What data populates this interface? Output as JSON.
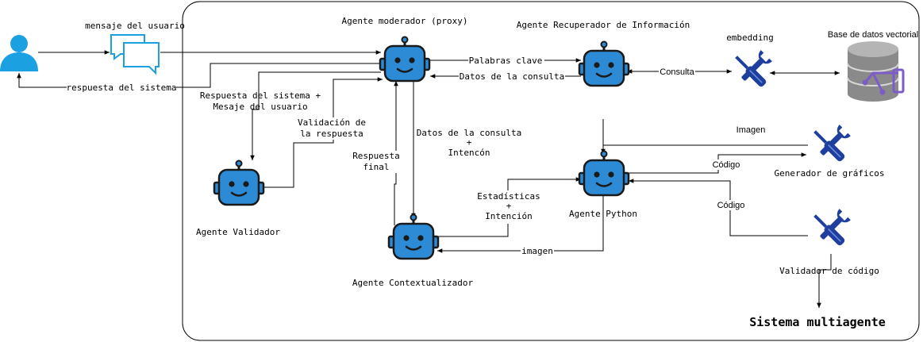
{
  "colors": {
    "robot": "#2d8bd5",
    "robot_dark": "#1a1a1a",
    "user": "#1ba1e2",
    "chat": "#1ba1e2",
    "tool": "#1f3f9e",
    "db_body": "#8a8a8a",
    "db_accent": "#7b5cc9",
    "line": "#000000"
  },
  "system_title": "Sistema multiagente",
  "nodes": {
    "user": {
      "icon": "user-icon"
    },
    "chat": {
      "icon": "chat-bubbles-icon",
      "label": "mensaje del usuario"
    },
    "moderator": {
      "icon": "robot-icon",
      "label": "Agente moderador (proxy)"
    },
    "retriever": {
      "icon": "robot-icon",
      "label": "Agente Recuperador de Información"
    },
    "embedding": {
      "icon": "wrench-screwdriver-icon",
      "label": "embedding"
    },
    "vectordb": {
      "icon": "database-icon",
      "label": "Base de datos vectorial"
    },
    "validator": {
      "icon": "robot-icon",
      "label": "Agente Validador"
    },
    "contextualizer": {
      "icon": "robot-icon",
      "label": "Agente Contextualizador"
    },
    "python": {
      "icon": "robot-icon",
      "label": "Agente Python"
    },
    "chart_gen": {
      "icon": "wrench-screwdriver-icon",
      "label": "Generador de gráficos"
    },
    "code_validator": {
      "icon": "wrench-screwdriver-icon",
      "label": "Validador de código"
    }
  },
  "edges": {
    "system_response": "respuesta del sistema",
    "keywords": "Palabras clave",
    "query_data": "Datos de la consulta",
    "query": "Consulta",
    "response_message_1": "Respuesta del sistema +",
    "response_message_2": "Mesaje del usuario",
    "validation_1": "Validación de",
    "validation_2": "la respuesta",
    "final_1": "Respuesta",
    "final_2": "final",
    "data_intent_1": "Datos de la consulta",
    "data_intent_2": "+",
    "data_intent_3": "Intencón",
    "stats_1": "Estadísticas",
    "stats_2": "+",
    "stats_3": "Intención",
    "image_lower": "imagen",
    "image_upper": "Imagen",
    "code_1": "Código",
    "code_2": "Código"
  }
}
